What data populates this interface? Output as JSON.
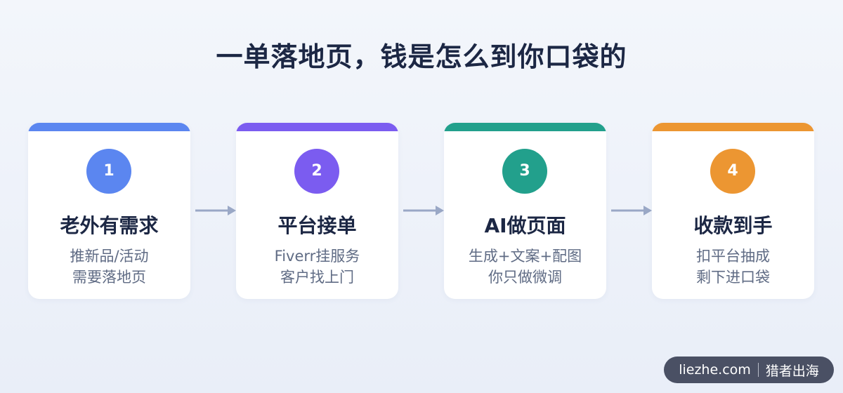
{
  "title": "一单落地页，钱是怎么到你口袋的",
  "steps": [
    {
      "number": "1",
      "title": "老外有需求",
      "lines": [
        "推新品/活动",
        "需要落地页"
      ],
      "color": "#5b86f0"
    },
    {
      "number": "2",
      "title": "平台接单",
      "lines": [
        "Fiverr挂服务",
        "客户找上门"
      ],
      "color": "#7b5cf0"
    },
    {
      "number": "3",
      "title": "AI做页面",
      "lines": [
        "生成+文案+配图",
        "你只做微调"
      ],
      "color": "#22a08c"
    },
    {
      "number": "4",
      "title": "收款到手",
      "lines": [
        "扣平台抽成",
        "剩下进口袋"
      ],
      "color": "#ec9632"
    }
  ],
  "arrow_color": "#9aa8c6",
  "watermark": {
    "site": "liezhe.com",
    "brand": "猎者出海"
  }
}
